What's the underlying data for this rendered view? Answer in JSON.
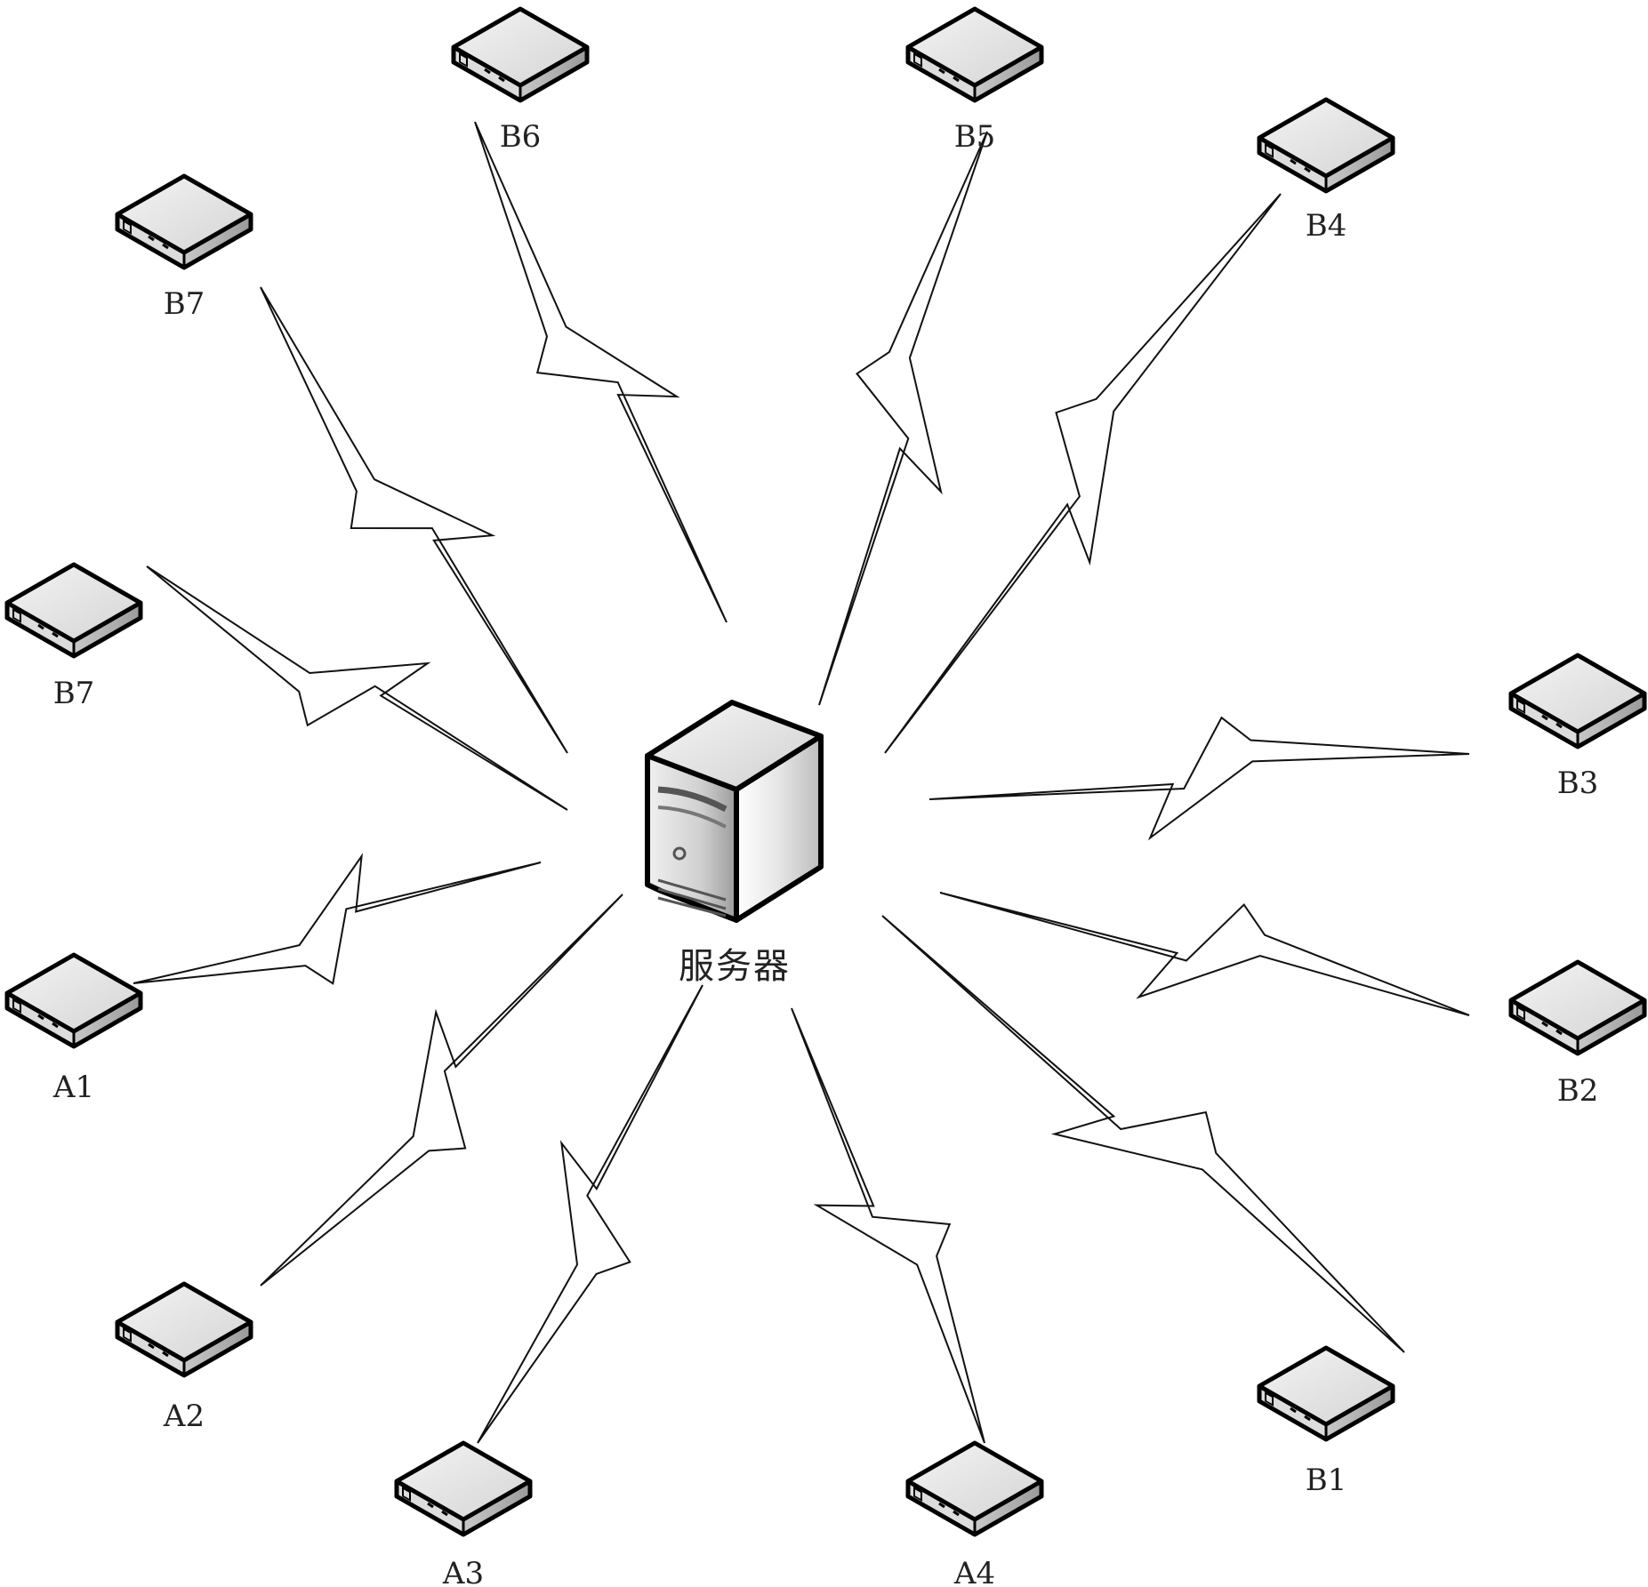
{
  "server": {
    "label": "服务器",
    "icon": "server-tower-icon"
  },
  "devices": [
    {
      "id": "A1",
      "label": "A1",
      "icon": "terminal-device-icon"
    },
    {
      "id": "A2",
      "label": "A2",
      "icon": "terminal-device-icon"
    },
    {
      "id": "A3",
      "label": "A3",
      "icon": "terminal-device-icon"
    },
    {
      "id": "A4",
      "label": "A4",
      "icon": "terminal-device-icon"
    },
    {
      "id": "B1",
      "label": "B1",
      "icon": "terminal-device-icon"
    },
    {
      "id": "B2",
      "label": "B2",
      "icon": "terminal-device-icon"
    },
    {
      "id": "B3",
      "label": "B3",
      "icon": "terminal-device-icon"
    },
    {
      "id": "B4",
      "label": "B4",
      "icon": "terminal-device-icon"
    },
    {
      "id": "B5",
      "label": "B5",
      "icon": "terminal-device-icon"
    },
    {
      "id": "B6",
      "label": "B6",
      "icon": "terminal-device-icon"
    },
    {
      "id": "B7a",
      "label": "B7",
      "icon": "terminal-device-icon"
    },
    {
      "id": "B7b",
      "label": "B7",
      "icon": "terminal-device-icon"
    }
  ],
  "links": [
    {
      "from": "server",
      "to": "A1",
      "type": "wireless"
    },
    {
      "from": "server",
      "to": "A2",
      "type": "wireless"
    },
    {
      "from": "server",
      "to": "A3",
      "type": "wireless"
    },
    {
      "from": "server",
      "to": "A4",
      "type": "wireless"
    },
    {
      "from": "server",
      "to": "B1",
      "type": "wireless"
    },
    {
      "from": "server",
      "to": "B2",
      "type": "wireless"
    },
    {
      "from": "server",
      "to": "B3",
      "type": "wireless"
    },
    {
      "from": "server",
      "to": "B4",
      "type": "wireless"
    },
    {
      "from": "server",
      "to": "B5",
      "type": "wireless"
    },
    {
      "from": "server",
      "to": "B6",
      "type": "wireless"
    },
    {
      "from": "server",
      "to": "B7a",
      "type": "wireless"
    },
    {
      "from": "server",
      "to": "B7b",
      "type": "wireless"
    }
  ]
}
